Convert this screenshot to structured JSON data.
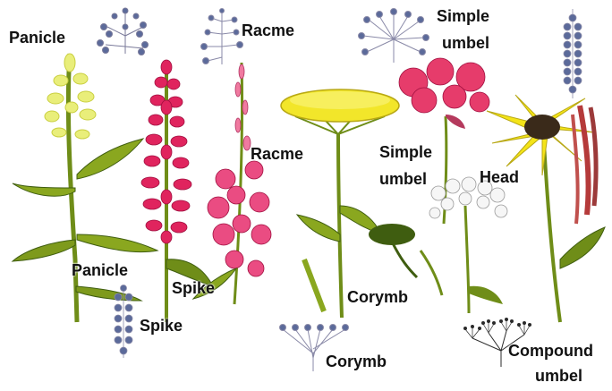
{
  "labels": {
    "panicle_diagram": "Panicle",
    "raceme_diagram": "Racme",
    "simple_umbel_diagram_line1": "Simple",
    "simple_umbel_diagram_line2": "umbel",
    "raceme_plant": "Racme",
    "simple_umbel_plant_line1": "Simple",
    "simple_umbel_plant_line2": "umbel",
    "head_plant": "Head",
    "panicle_plant": "Panicle",
    "spike_plant": "Spike",
    "spike_diagram": "Spike",
    "corymb_plant": "Corymb",
    "corymb_diagram": "Corymb",
    "compound_umbel_line1": "Compound",
    "compound_umbel_line2": "umbel"
  },
  "colors": {
    "pink": "#e0245e",
    "yellow": "#f2e62a",
    "green": "#7a9a1e",
    "dark_green": "#3f5d10",
    "blue_gray": "#5b6a9a",
    "head_center": "#3a2a1a",
    "white_flower": "#f6f6f6"
  }
}
